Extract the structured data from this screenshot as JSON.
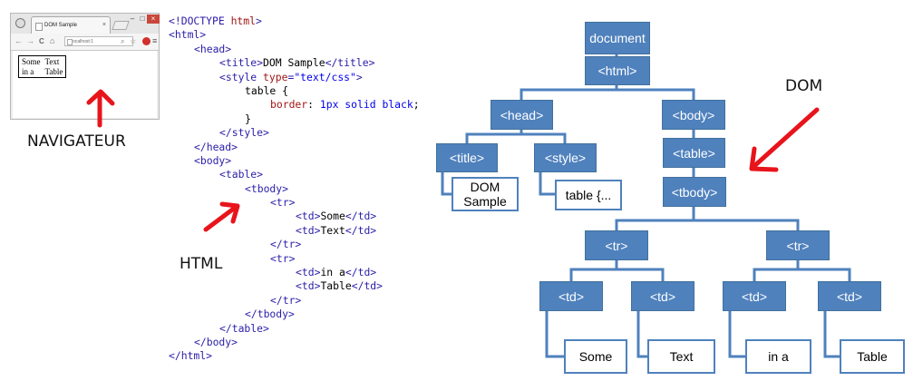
{
  "browser": {
    "tab_title": "DOM Sample",
    "tab_close": "×",
    "address": "localhost:1",
    "window_min": "–",
    "window_max": "□",
    "window_close": "×",
    "back": "←",
    "forward": "→",
    "reload": "C",
    "home": "⌂",
    "search_glyph": "⌕",
    "star_glyph": "☆",
    "menu_glyph": "≡",
    "table_rows": [
      [
        "Some",
        "Text"
      ],
      [
        "in a",
        "Table"
      ]
    ]
  },
  "captions": {
    "navigateur": "NAVIGATEUR",
    "html": "HTML",
    "dom": "DOM"
  },
  "arrow_color": "#e8141c",
  "node_color": "#4f81bd",
  "code_lines": [
    {
      "indent": 0,
      "parts": [
        [
          "tg",
          "<!DOCTYPE "
        ],
        [
          "kw",
          "html"
        ],
        [
          "tg",
          ">"
        ]
      ]
    },
    {
      "indent": 0,
      "parts": [
        [
          "tg",
          "<html>"
        ]
      ]
    },
    {
      "indent": 1,
      "parts": [
        [
          "tg",
          "<head>"
        ]
      ]
    },
    {
      "indent": 2,
      "parts": [
        [
          "tg",
          "<title>"
        ],
        [
          "tx",
          "DOM Sample"
        ],
        [
          "tg",
          "</title>"
        ]
      ]
    },
    {
      "indent": 2,
      "parts": [
        [
          "tg",
          "<style "
        ],
        [
          "kw",
          "type"
        ],
        [
          "tg",
          "="
        ],
        [
          "st",
          "\"text/css\""
        ],
        [
          "tg",
          ">"
        ]
      ]
    },
    {
      "indent": 3,
      "parts": [
        [
          "tx",
          "table {"
        ]
      ]
    },
    {
      "indent": 4,
      "parts": [
        [
          "cssprop",
          "border"
        ],
        [
          "tx",
          ": "
        ],
        [
          "st",
          "1px solid black"
        ],
        [
          "tx",
          ";"
        ]
      ]
    },
    {
      "indent": 3,
      "parts": [
        [
          "tx",
          "}"
        ]
      ]
    },
    {
      "indent": 2,
      "parts": [
        [
          "tg",
          "</style>"
        ]
      ]
    },
    {
      "indent": 1,
      "parts": [
        [
          "tg",
          "</head>"
        ]
      ]
    },
    {
      "indent": 1,
      "parts": [
        [
          "tg",
          "<body>"
        ]
      ]
    },
    {
      "indent": 2,
      "parts": [
        [
          "tg",
          "<table>"
        ]
      ]
    },
    {
      "indent": 3,
      "parts": [
        [
          "tg",
          "<tbody>"
        ]
      ]
    },
    {
      "indent": 4,
      "parts": [
        [
          "tg",
          "<tr>"
        ]
      ]
    },
    {
      "indent": 5,
      "parts": [
        [
          "tg",
          "<td>"
        ],
        [
          "tx",
          "Some"
        ],
        [
          "tg",
          "</td>"
        ]
      ]
    },
    {
      "indent": 5,
      "parts": [
        [
          "tg",
          "<td>"
        ],
        [
          "tx",
          "Text"
        ],
        [
          "tg",
          "</td>"
        ]
      ]
    },
    {
      "indent": 4,
      "parts": [
        [
          "tg",
          "</tr>"
        ]
      ]
    },
    {
      "indent": 4,
      "parts": [
        [
          "tg",
          "<tr>"
        ]
      ]
    },
    {
      "indent": 5,
      "parts": [
        [
          "tg",
          "<td>"
        ],
        [
          "tx",
          "in a"
        ],
        [
          "tg",
          "</td>"
        ]
      ]
    },
    {
      "indent": 5,
      "parts": [
        [
          "tg",
          "<td>"
        ],
        [
          "tx",
          "Table"
        ],
        [
          "tg",
          "</td>"
        ]
      ]
    },
    {
      "indent": 4,
      "parts": [
        [
          "tg",
          "</tr>"
        ]
      ]
    },
    {
      "indent": 3,
      "parts": [
        [
          "tg",
          "</tbody>"
        ]
      ]
    },
    {
      "indent": 2,
      "parts": [
        [
          "tg",
          "</table>"
        ]
      ]
    },
    {
      "indent": 1,
      "parts": [
        [
          "tg",
          "</body>"
        ]
      ]
    },
    {
      "indent": 0,
      "parts": [
        [
          "tg",
          "</html>"
        ]
      ]
    }
  ],
  "dom_tree": {
    "document": "document",
    "html": "<html>",
    "head": "<head>",
    "body": "<body>",
    "title": "<title>",
    "style": "<style>",
    "title_text": "DOM Sample",
    "style_text": "table {...",
    "table": "<table>",
    "tbody": "<tbody>",
    "tr1": "<tr>",
    "tr2": "<tr>",
    "td1": "<td>",
    "td2": "<td>",
    "td3": "<td>",
    "td4": "<td>",
    "td1_text": "Some",
    "td2_text": "Text",
    "td3_text": "in a",
    "td4_text": "Table"
  }
}
